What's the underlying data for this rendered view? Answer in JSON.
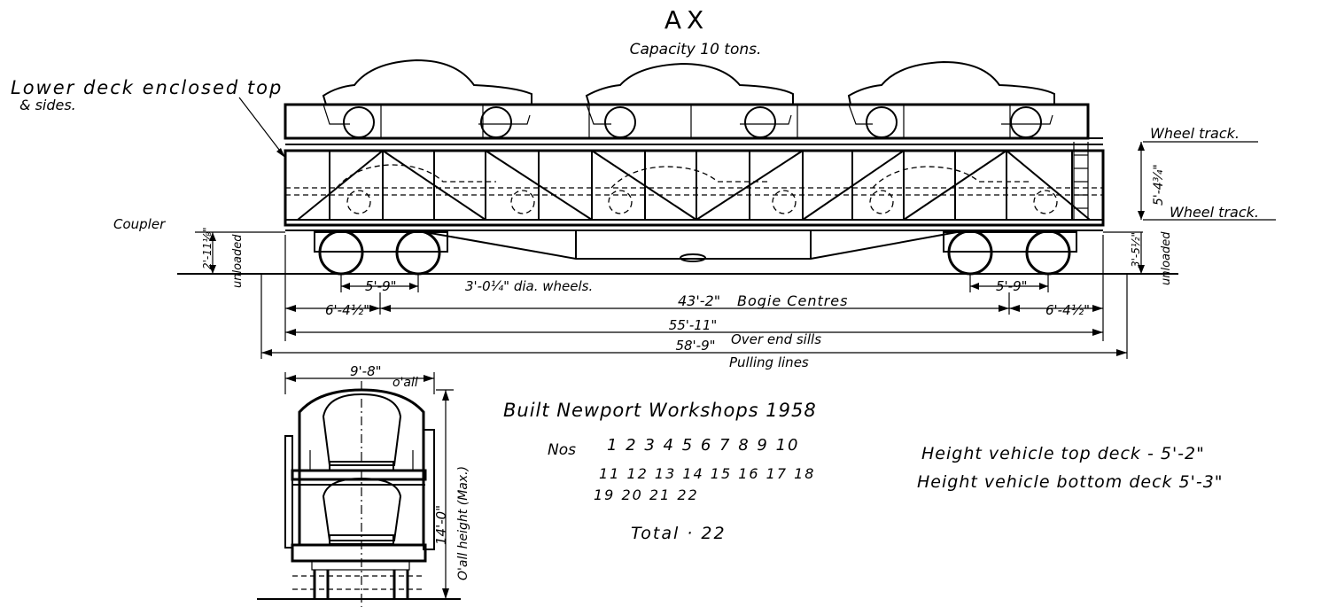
{
  "title": "AX",
  "capacity": "Capacity 10 tons.",
  "labels": {
    "lower_deck_line1": "Lower deck enclosed top",
    "lower_deck_line2": "& sides.",
    "wheel_track_top": "Wheel track.",
    "wheel_track_bottom": "Wheel track.",
    "coupler": "Coupler",
    "height_left": "2'-11⅛\"",
    "unloaded_left": "unloaded",
    "deck_height": "5'-4¾\"",
    "height_right": "3'-5½\"",
    "unloaded_right": "unloaded",
    "bogie_wheelbase_left": "5'-9\"",
    "wheels": "3'-0¼\" dia. wheels.",
    "bogie_wheelbase_right": "5'-9\"",
    "end_left": "6'-4½\"",
    "bogie_centres_value": "43'-2\"",
    "bogie_centres": "Bogie Centres",
    "end_right": "6'-4½\"",
    "over_end_sills_value": "55'-11\"",
    "over_end_sills": "Over end sills",
    "pulling_lines_value": "58'-9\"",
    "pulling_lines": "Pulling lines",
    "width_value": "9'-8\"",
    "width_oall": "o'all",
    "height_value": "14'-0\"",
    "height_label": "O'all height (Max.)"
  },
  "info": {
    "built": "Built   Newport   Workshops   1958",
    "nos_prefix": "Nos",
    "nos_row1": "1 2 3 4 5 6 7 8 9 10",
    "nos_row2": "11 12 13 14 15 16 17 18",
    "nos_row3": "19 20 21 22",
    "total": "Total · 22",
    "top_deck": "Height vehicle top deck - 5'-2\"",
    "bottom_deck": "Height vehicle bottom deck 5'-3\""
  }
}
